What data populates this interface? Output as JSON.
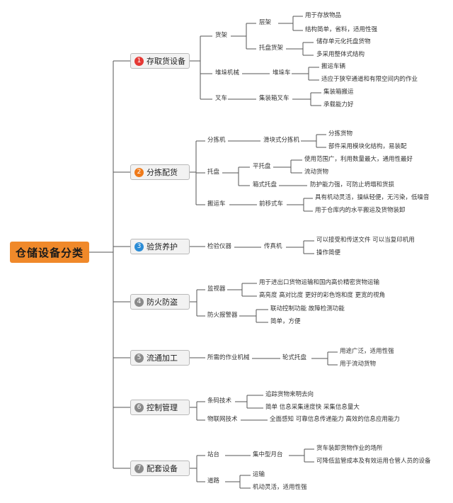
{
  "title": "仓储设备分类",
  "categories": [
    {
      "num": "1",
      "label": "存取货设备",
      "color": "#e53935",
      "l2": [
        {
          "label": "货架",
          "l3": [
            {
              "label": "层架",
              "l4": [
                "用于存放物品",
                "结构简单，省料，适用性强"
              ]
            },
            {
              "label": "托盘货架",
              "l4": [
                "储存单元化托盘货物",
                "多采用整体式结构"
              ]
            }
          ]
        },
        {
          "label": "堆垛机械",
          "l3": [
            {
              "label": "堆垛车",
              "l4": [
                "搬运车辆",
                "适应于狭窄通道和有限空间内的作业"
              ]
            }
          ]
        },
        {
          "label": "叉车",
          "l3": [
            {
              "label": "集装箱叉车",
              "l4": [
                "集装箱搬运",
                "承载能力好"
              ]
            }
          ]
        }
      ]
    },
    {
      "num": "2",
      "label": "分拣配货",
      "color": "#ef7a1a",
      "l2": [
        {
          "label": "分拣机",
          "l3": [
            {
              "label": "滑块式分拣机",
              "l4": [
                "分拣货物",
                "部件采用模块化结构，易装配"
              ]
            }
          ]
        },
        {
          "label": "托盘",
          "l3": [
            {
              "label": "平托盘",
              "l4": [
                "使用范围广，利用数量最大，通用性最好",
                "流动货物"
              ]
            },
            {
              "label": "箱式托盘",
              "l4": [
                "防护能力强，可防止坍塌和货损"
              ]
            }
          ]
        },
        {
          "label": "搬运车",
          "l3": [
            {
              "label": "前移式车",
              "l4": [
                "具有机动灵活，操纵轻便，无污染，低噪音",
                "用于仓库内的水平搬运及货物装卸"
              ]
            }
          ]
        }
      ]
    },
    {
      "num": "3",
      "label": "验货养护",
      "color": "#2b8cd6",
      "l2": [
        {
          "label": "检验仪器",
          "l3": [
            {
              "label": "传真机",
              "l4": [
                "可以接受和传送文件 可以当复印机用",
                "操作简便"
              ]
            }
          ]
        }
      ]
    },
    {
      "num": "4",
      "label": "防火防盗",
      "color": "#8a8a8a",
      "l2": [
        {
          "label": "监视器",
          "l3": [],
          "l4": [
            "用于进出口货物运输和国内高价精密货物运输",
            "高亮度 高对比度 更好的彩色饱和度 更宽的视角"
          ]
        },
        {
          "label": "防火报警器",
          "l3": [],
          "l4": [
            "联动控制功能 故障检测功能",
            "简单，方便"
          ]
        }
      ]
    },
    {
      "num": "5",
      "label": "流通加工",
      "color": "#8a8a8a",
      "l2": [
        {
          "label": "所需的作业机械",
          "l3": [
            {
              "label": "轮式托盘",
              "l4": [
                "用途广泛，适用性强",
                "用于流动货物"
              ]
            }
          ]
        }
      ]
    },
    {
      "num": "6",
      "label": "控制管理",
      "color": "#8a8a8a",
      "l2": [
        {
          "label": "条码技术",
          "l3": [],
          "l4": [
            "追踪货物来明去向",
            "简单 信息采集速度快 采集信息量大"
          ]
        },
        {
          "label": "物联网技术",
          "l3": [],
          "l4": [
            "全面感知 可靠信息传递能力 高效的信息应用能力"
          ]
        }
      ]
    },
    {
      "num": "7",
      "label": "配套设备",
      "color": "#8a8a8a",
      "l2": [
        {
          "label": "站台",
          "l3": [
            {
              "label": "集中型月台",
              "l4": [
                "货车装卸货物作业的场所",
                "可降低监管成本及有效运用仓管人员的设备"
              ]
            }
          ]
        },
        {
          "label": "道路",
          "l3": [],
          "l4": [
            "运输",
            "机动灵活，适用性强"
          ]
        }
      ]
    }
  ]
}
